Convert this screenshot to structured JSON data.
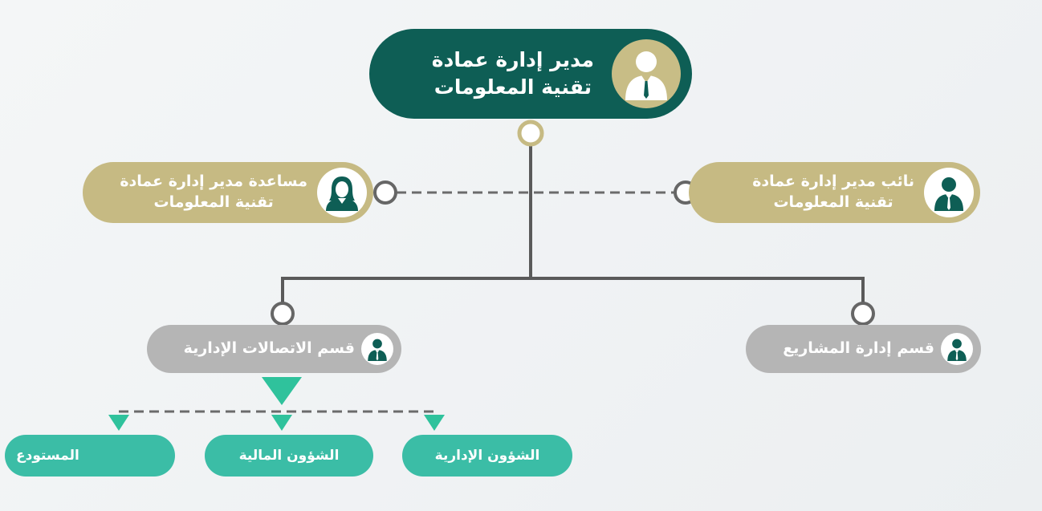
{
  "diagram": {
    "director": {
      "label_line1": "مدير إدارة عمادة",
      "label_line2": "تقنية المعلومات",
      "icon": "businessman-icon"
    },
    "assistant": {
      "label_line1": "مساعدة مدير إدارة عمادة",
      "label_line2": "تقنية المعلومات",
      "icon": "businesswoman-icon"
    },
    "deputy": {
      "label_line1": "نائب مدير إدارة عمادة",
      "label_line2": "تقنية المعلومات",
      "icon": "businessman-icon"
    },
    "departments": {
      "communications": {
        "label": "قسم الاتصالات الإدارية",
        "icon": "businessman-icon"
      },
      "projects": {
        "label": "قسم إدارة المشاريع",
        "icon": "businessman-icon"
      }
    },
    "units": {
      "warehouse": "المستودع",
      "finance": "الشؤون المالية",
      "administrative": "الشؤون الإدارية"
    },
    "colors": {
      "director_fill": "#0e5e55",
      "gold_fill": "#c6ba83",
      "gray_fill": "#b5b5b5",
      "teal_fill": "#3bbda6",
      "connector": "#5a5a5a",
      "arrow": "#2fc29c"
    }
  }
}
